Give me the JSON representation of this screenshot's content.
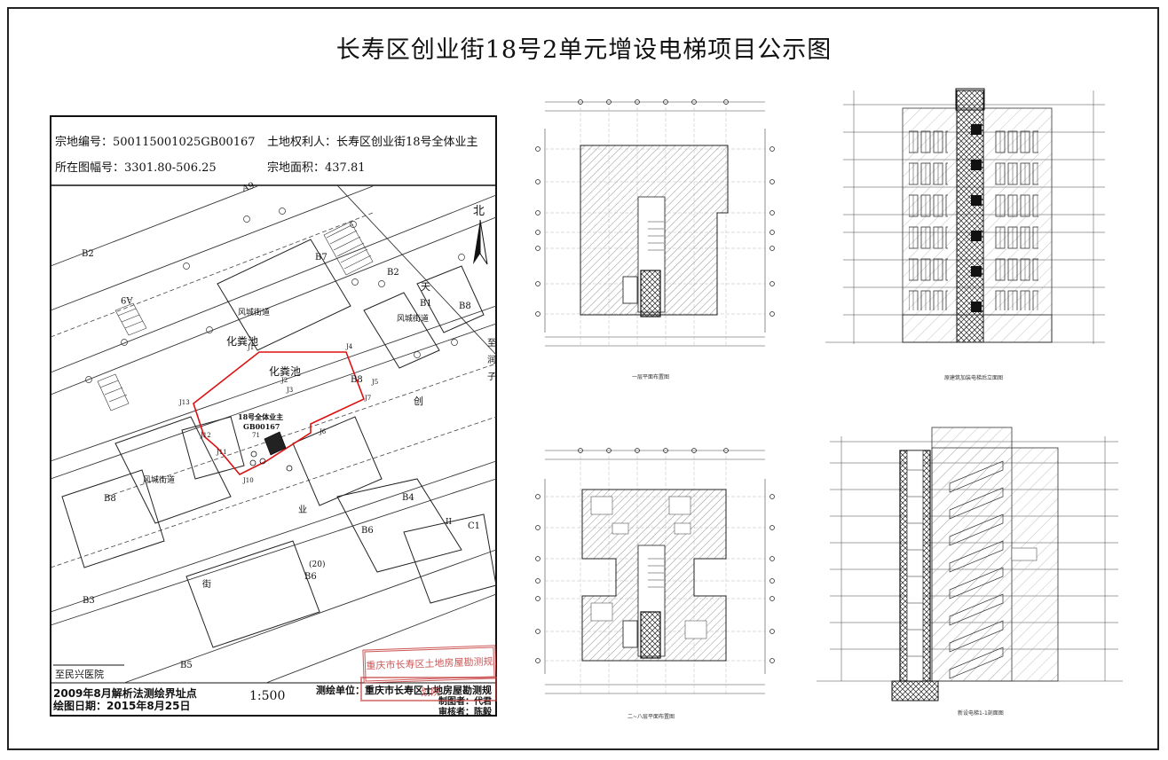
{
  "title": "长寿区创业街18号2单元增设电梯项目公示图",
  "cadastral": {
    "parcel_id": "宗地编号：500115001025GB00167",
    "owner": "土地权利人：长寿区创业街18号全体业主",
    "sheet_no": "所在图幅号：3301.80-506.25",
    "area": "宗地面积：437.81",
    "map_labels": {
      "a9_top": "A9",
      "a9_left": "A9",
      "b2_left": "B2",
      "b2_right": "B2",
      "b7": "B7",
      "b1": "B1",
      "b8_right": "B8",
      "b8_mid": "B8",
      "b8_left": "B8",
      "b4": "B4",
      "b6_mid": "B6",
      "b6_low": "B6",
      "b3": "B3",
      "b5": "B5",
      "c1": "C1",
      "ii": "II",
      "tian": "天",
      "road_1": "风城街道",
      "road_2": "风城街道",
      "road_3": "风城街道",
      "septic_1": "化粪池",
      "septic_2": "化粪池",
      "parcel_owner": "18号全体业主",
      "parcel_code": "GB00167",
      "parcel_num": "71",
      "chuang": "创",
      "ye": "业",
      "jie": "街",
      "twenty": "(20)",
      "right_1": "至",
      "right_2": "润",
      "right_3": "子",
      "north": "北",
      "minxing": "至民兴医院",
      "j1": "J1",
      "j2": "J2",
      "j3": "J3",
      "j4": "J4",
      "j5": "J5",
      "j6": "J6",
      "j7": "J7",
      "j10": "J10",
      "j11": "J11",
      "j12": "J12",
      "j13": "J13"
    },
    "survey_method": "2009年8月解析法测绘界址点",
    "draw_date": "绘图日期：2015年8月25日",
    "scale": "1:500",
    "survey_unit": "测绘单位：重庆市长寿区土地房屋勘测规",
    "drawn_by": "制图者：代君",
    "checked_by": "审核者：陈毅",
    "stamp_text": "重庆市长寿区土地房屋勘测规划院"
  },
  "drawings": {
    "plan_1f": "一层平面布置图",
    "plan_2_8f": "二~八层平面布置图",
    "elev_front": "原建筑加装电梯后立面图",
    "elev_side": "新设电梯1-1剖面图"
  }
}
